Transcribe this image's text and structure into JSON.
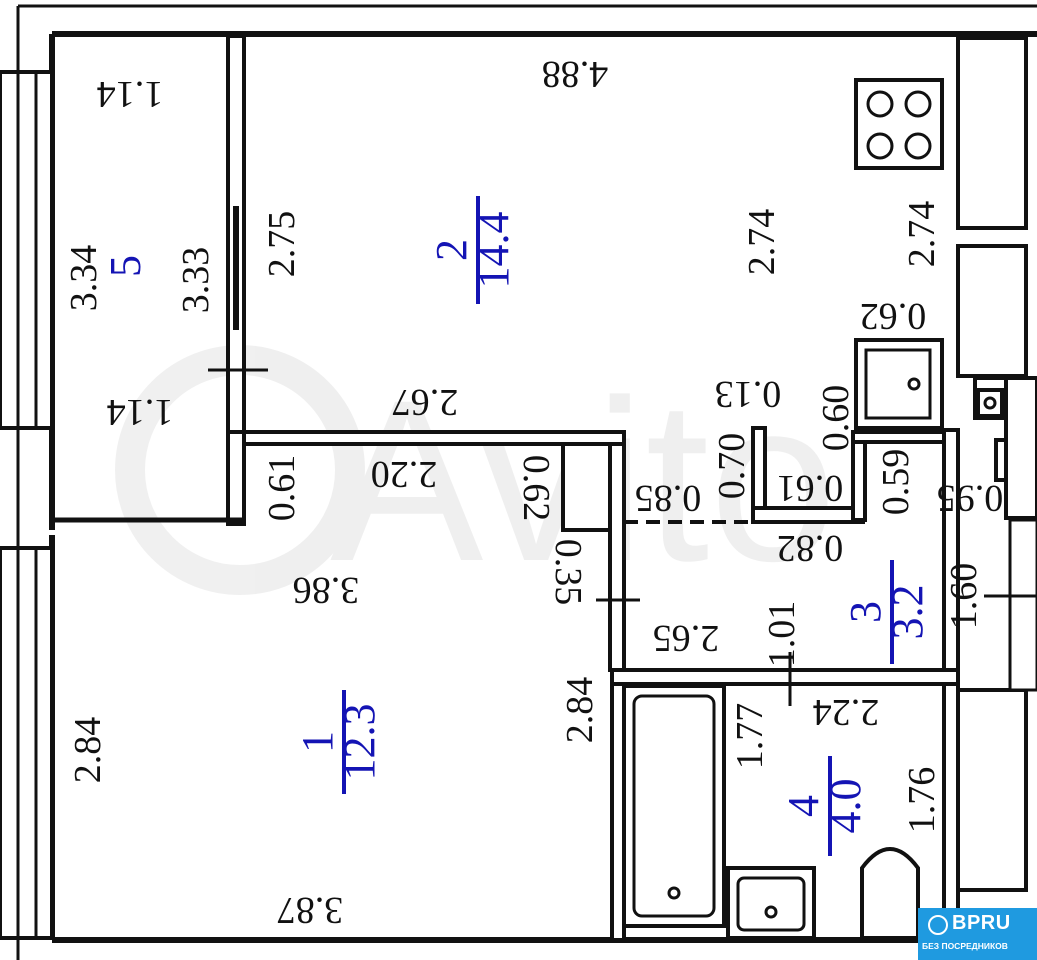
{
  "dimensions": {
    "balcony_top": "1.14",
    "balcony_bottom": "1.14",
    "balcony_left": "3.34",
    "balcony_right": "3.33",
    "kitchen_top": "4.88",
    "kitchen_left": "2.75",
    "kitchen_mid": "2.74",
    "kitchen_right": "2.74",
    "kitchen_bottom": "2.67",
    "sink_width": "0.62",
    "niche_top": "0.13",
    "niche_height": "0.60",
    "niche_depth": "0.70",
    "niche_width": "0.61",
    "hall_wall": "0.59",
    "hall_right": "0.95",
    "corridor_width": "2.20",
    "corridor_left": "0.61",
    "corridor_niche": "0.62",
    "corridor_door": "0.85",
    "hall_bottom": "0.82",
    "room_top": "3.86",
    "room_step": "0.35",
    "room_left": "2.84",
    "room_right": "2.84",
    "room_bottom": "3.87",
    "hall_width": "2.65",
    "hall_height": "1.60",
    "bath_step": "1.01",
    "bath_top": "2.24",
    "bath_left": "1.77",
    "bath_right": "1.76"
  },
  "rooms": [
    {
      "number": "1",
      "area": "12.3"
    },
    {
      "number": "2",
      "area": "14.4"
    },
    {
      "number": "3",
      "area": "3.2"
    },
    {
      "number": "4",
      "area": "4.0"
    },
    {
      "number": "5",
      "area": ""
    }
  ],
  "badge": {
    "title": "BPRU",
    "subtitle": "БЕЗ ПОСРЕДНИКОВ"
  },
  "colors": {
    "room_label": "#1414b4",
    "wall": "#111111",
    "badge": "#1f9ae0"
  }
}
